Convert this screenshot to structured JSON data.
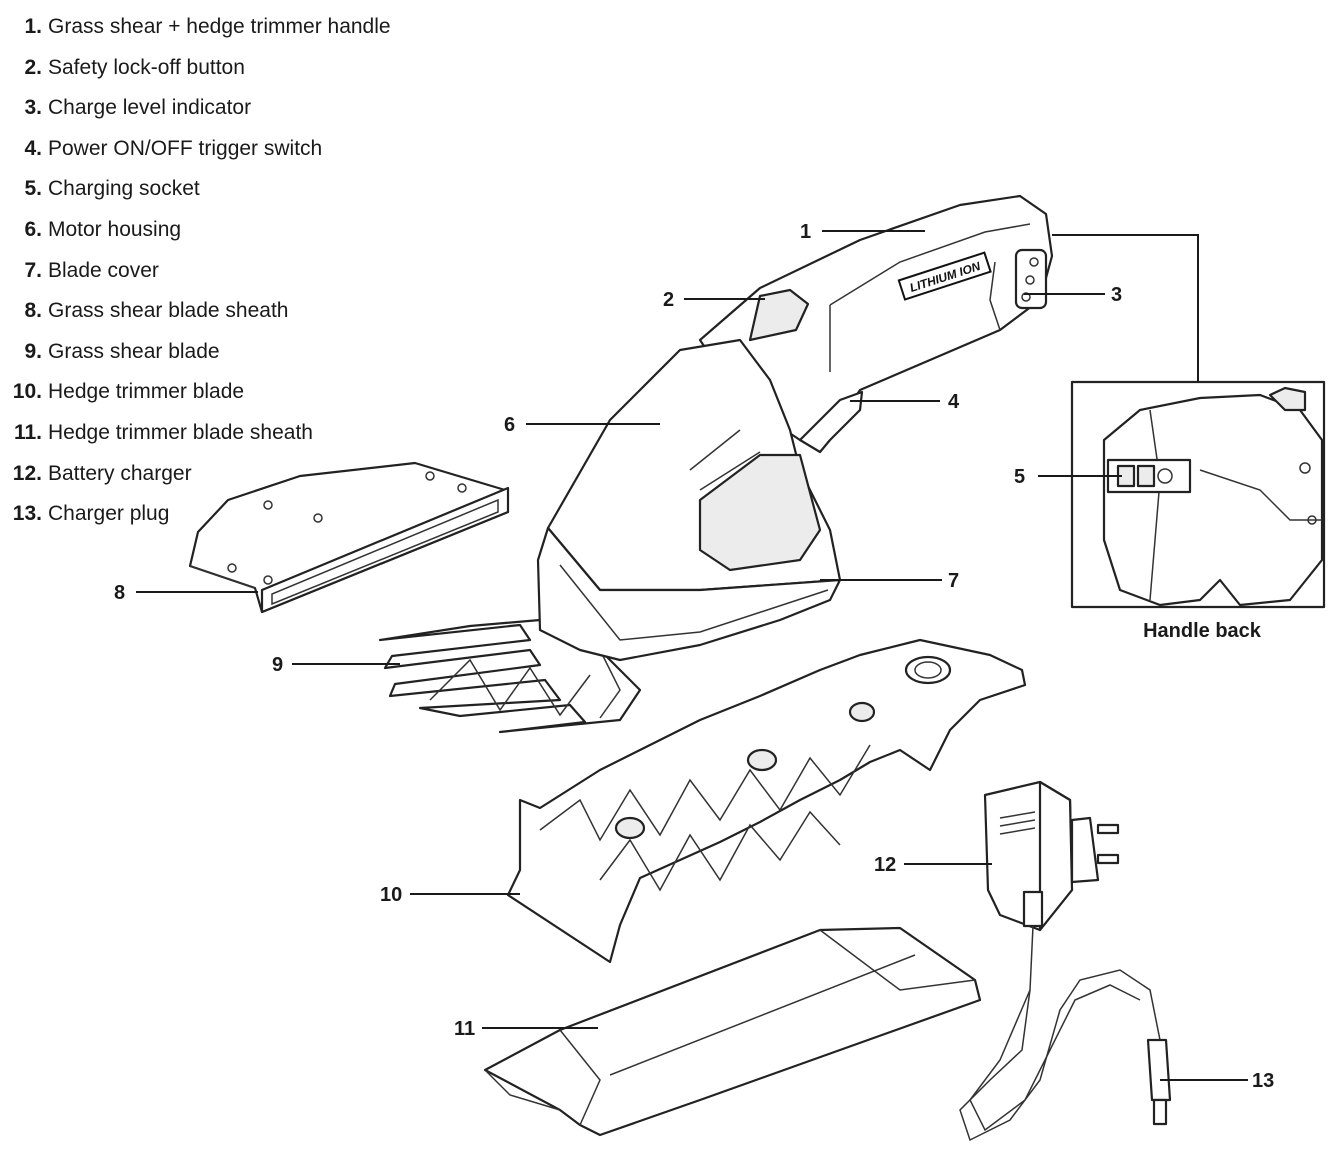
{
  "legend": {
    "items": [
      {
        "num": "1.",
        "label": "Grass shear + hedge trimmer handle"
      },
      {
        "num": "2.",
        "label": "Safety lock-off button"
      },
      {
        "num": "3.",
        "label": "Charge level indicator"
      },
      {
        "num": "4.",
        "label": "Power ON/OFF trigger switch"
      },
      {
        "num": "5.",
        "label": "Charging socket"
      },
      {
        "num": "6.",
        "label": "Motor housing"
      },
      {
        "num": "7.",
        "label": "Blade cover"
      },
      {
        "num": "8.",
        "label": "Grass shear blade sheath"
      },
      {
        "num": "9.",
        "label": "Grass shear blade"
      },
      {
        "num": "10.",
        "label": "Hedge trimmer blade"
      },
      {
        "num": "11.",
        "label": "Hedge trimmer blade sheath"
      },
      {
        "num": "12.",
        "label": "Battery charger"
      },
      {
        "num": "13.",
        "label": "Charger plug"
      }
    ]
  },
  "callouts": [
    "1",
    "2",
    "3",
    "4",
    "5",
    "6",
    "7",
    "8",
    "9",
    "10",
    "11",
    "12",
    "13"
  ],
  "logo_text": "LITHIUM ION",
  "inset": {
    "label": "Handle back"
  }
}
